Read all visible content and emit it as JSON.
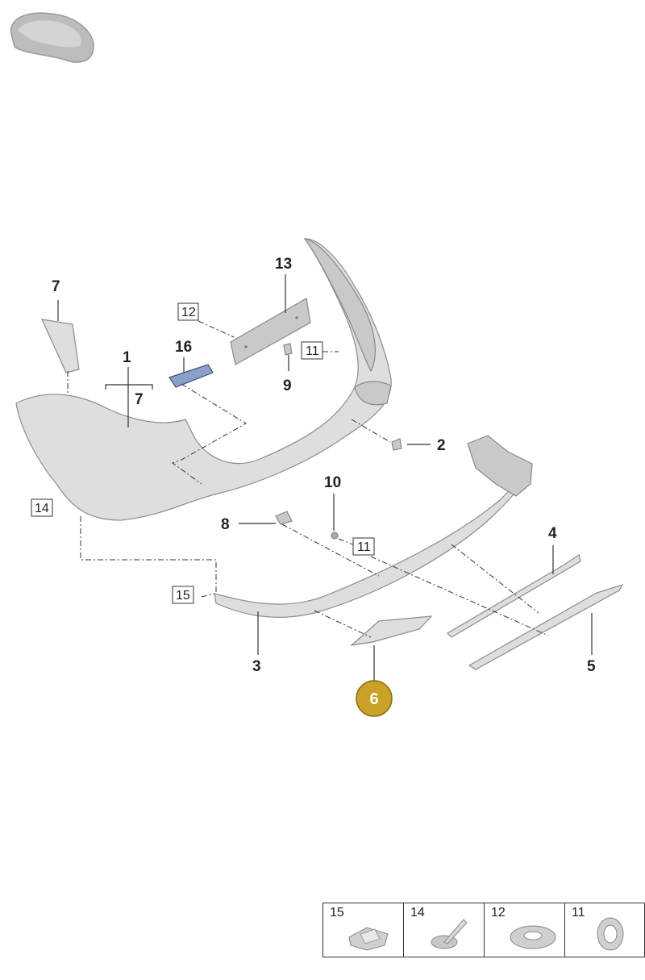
{
  "callouts": {
    "p1": "1",
    "p2": "2",
    "p3": "3",
    "p4": "4",
    "p5": "5",
    "p6": "6",
    "p7a": "7",
    "p7b": "7",
    "p8": "8",
    "p9": "9",
    "p10": "10",
    "p13": "13",
    "p16": "16"
  },
  "boxed_refs": {
    "b12": "12",
    "b11a": "11",
    "b11b": "11",
    "b14": "14",
    "b15": "15"
  },
  "highlight": {
    "label": "6",
    "color": "#c9a227"
  },
  "legend": [
    {
      "number": "15",
      "icon": "clip-icon"
    },
    {
      "number": "14",
      "icon": "rivet-icon"
    },
    {
      "number": "12",
      "icon": "washer-icon"
    },
    {
      "number": "11",
      "icon": "nut-ring-icon"
    }
  ]
}
